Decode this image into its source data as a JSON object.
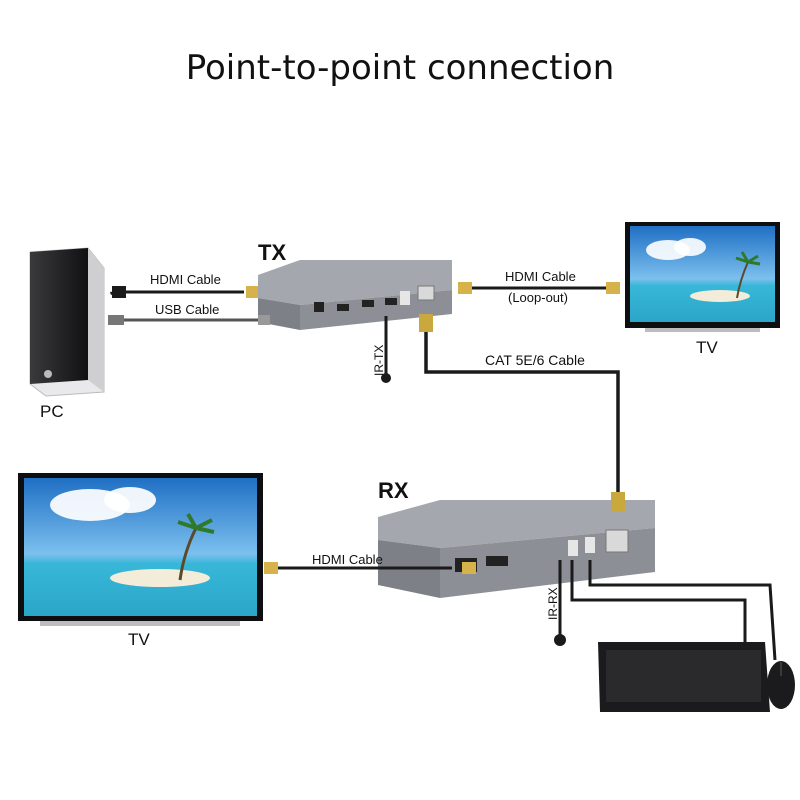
{
  "title": "Point-to-point connection",
  "labels": {
    "tx": "TX",
    "rx": "RX",
    "pc": "PC",
    "tv_top": "TV",
    "tv_bottom": "TV",
    "hdmi_pc": "HDMI Cable",
    "usb_pc": "USB Cable",
    "hdmi_loop": "HDMI Cable",
    "loop_out": "(Loop-out)",
    "cat": "CAT 5E/6 Cable",
    "hdmi_rx": "HDMI Cable",
    "ir_tx": "IR-TX",
    "ir_rx": "IR-RX"
  },
  "colors": {
    "device_body": "#8d8f96",
    "device_top": "#a5a7ae",
    "cable": "#1a1a1a",
    "connector_gold": "#d6b24a",
    "sky": "#3f8fd6",
    "sea": "#38b7d8",
    "sand": "#f2ecd9"
  }
}
